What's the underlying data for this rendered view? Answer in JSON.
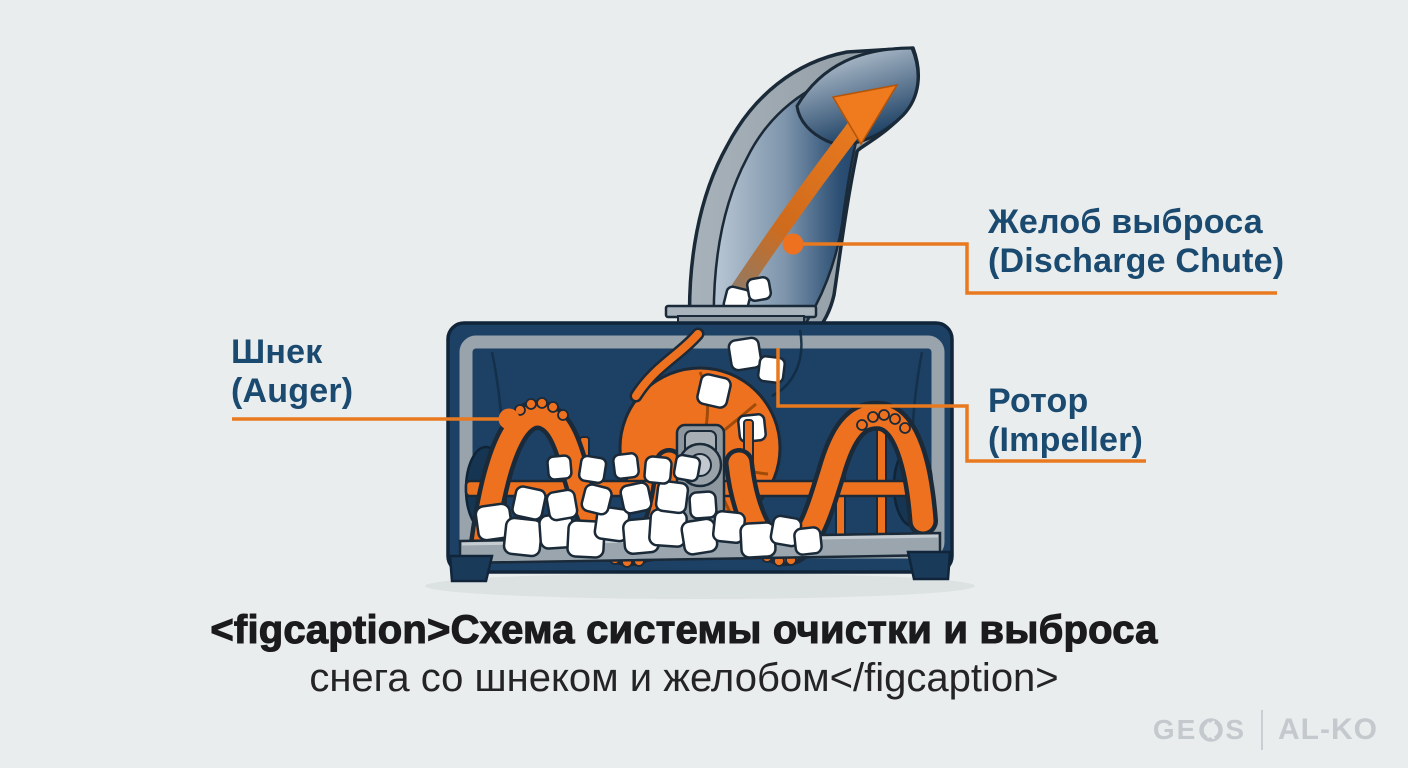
{
  "diagram": {
    "labels": {
      "discharge_chute": {
        "primary": "Желоб выброса",
        "secondary": "(Discharge Chute)"
      },
      "auger": {
        "primary": "Шнек",
        "secondary": "(Auger)"
      },
      "impeller": {
        "primary": "Ротор",
        "secondary": "(Impeller)"
      }
    },
    "icon_names": [
      "discharge-chute-illustration",
      "auger-illustration",
      "impeller-illustration",
      "snow-cubes",
      "flow-arrow-icon"
    ]
  },
  "caption": {
    "line1": "<figcaption>Схема системы очистки и выброса",
    "line2": "снега со шнеком и желобом</figcaption>"
  },
  "branding": {
    "geos_prefix": "GE",
    "geos_suffix": "S",
    "alko": "AL-KO"
  },
  "colors": {
    "background": "#e9edee",
    "accent_orange": "#ee7120",
    "navy": "#1d4065",
    "label_blue": "#1b4a70",
    "steel_gray": "#9aa5ae",
    "snow_white": "#ffffff",
    "caption_black": "#1b1b1d",
    "logo_gray": "#c3c9cd"
  }
}
